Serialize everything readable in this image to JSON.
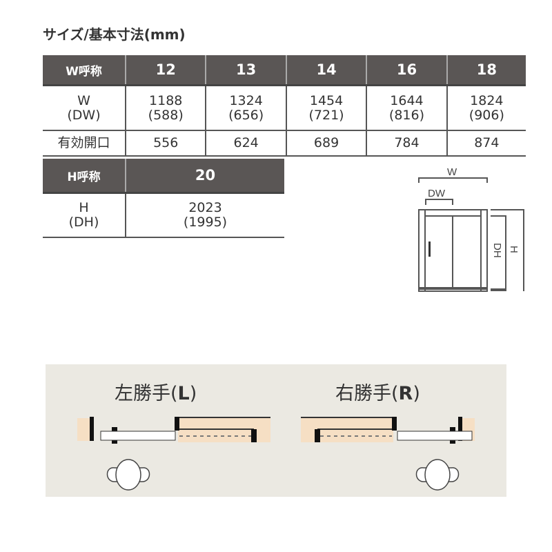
{
  "title": "サイズ/基本寸法(mm)",
  "width_table": {
    "header": [
      "W呼称",
      "12",
      "13",
      "14",
      "16",
      "18"
    ],
    "rows": [
      {
        "label": [
          "W",
          "(DW)"
        ],
        "values": [
          [
            "1188",
            "(588)"
          ],
          [
            "1324",
            "(656)"
          ],
          [
            "1454",
            "(721)"
          ],
          [
            "1644",
            "(816)"
          ],
          [
            "1824",
            "(906)"
          ]
        ]
      },
      {
        "label": [
          "有効開口"
        ],
        "values": [
          [
            "556"
          ],
          [
            "624"
          ],
          [
            "689"
          ],
          [
            "784"
          ],
          [
            "874"
          ]
        ]
      }
    ]
  },
  "height_table": {
    "header": [
      "H呼称",
      "20"
    ],
    "row": {
      "label": [
        "H",
        "(DH)"
      ],
      "value": [
        "2023",
        "(1995)"
      ]
    }
  },
  "diagram": {
    "w": "W",
    "dw": "DW",
    "dh": "DH",
    "h": "H"
  },
  "handing": {
    "left": {
      "prefix": "左勝手(",
      "letter": "L",
      "suffix": ")"
    },
    "right": {
      "prefix": "右勝手(",
      "letter": "R",
      "suffix": ")"
    }
  }
}
